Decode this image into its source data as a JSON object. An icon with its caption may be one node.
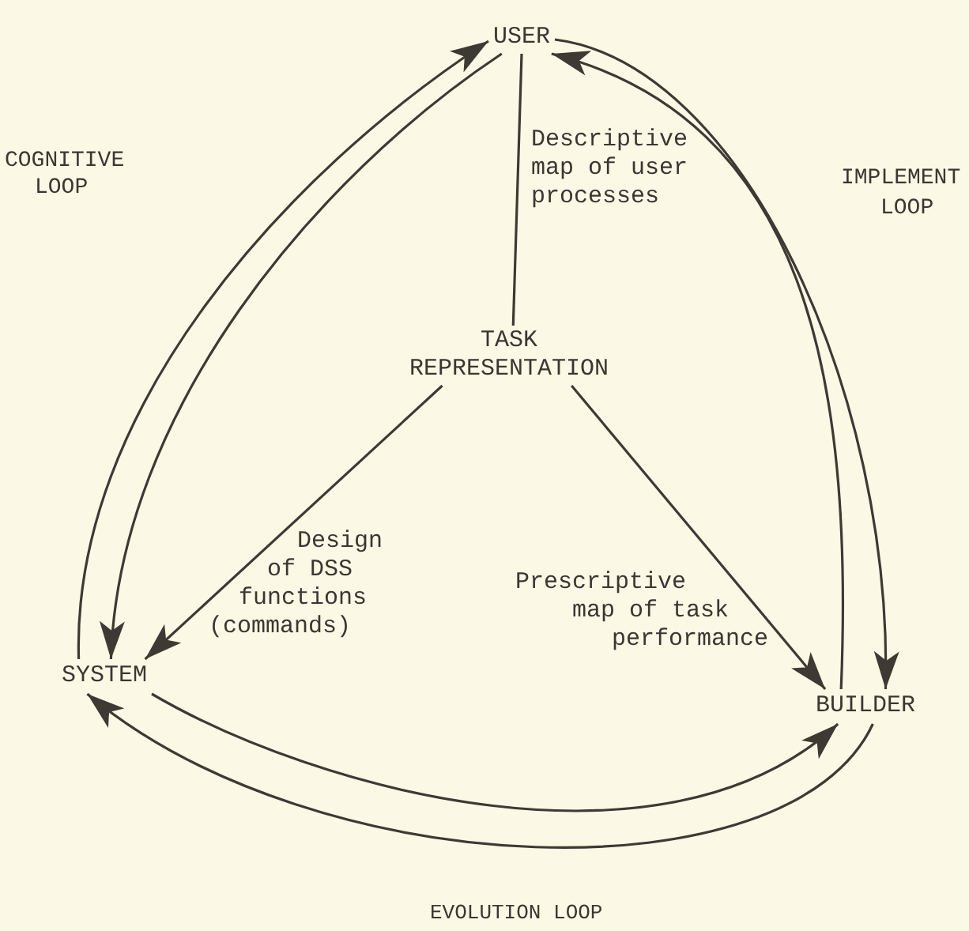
{
  "diagram": {
    "nodes": [
      {
        "text": [
          "USER"
        ]
      },
      {
        "text": [
          "TASK REPRESENTATION"
        ]
      },
      {
        "text": [
          "SYSTEM"
        ]
      },
      {
        "text": [
          "BUILDER"
        ]
      }
    ],
    "edges": [
      {
        "from": 0,
        "to": 1,
        "arrow": "none",
        "label": "Descriptive map of user processes"
      },
      {
        "from": 1,
        "to": 2,
        "arrow": "to",
        "label": "Design of DSS functions (commands)"
      },
      {
        "from": 1,
        "to": 3,
        "arrow": "to",
        "label": "Prescriptive map of task performance"
      },
      {
        "from": 2,
        "to": 0,
        "arrow": "to"
      },
      {
        "from": 0,
        "to": 2,
        "arrow": "to"
      },
      {
        "from": 3,
        "to": 0,
        "arrow": "to"
      },
      {
        "from": 0,
        "to": 3,
        "arrow": "to"
      },
      {
        "from": 2,
        "to": 3,
        "arrow": "to"
      },
      {
        "from": 3,
        "to": 2,
        "arrow": "to"
      }
    ],
    "labels": [
      "COGNITIVE LOOP",
      "IMPLEMENT LOOP",
      "EVOLUTION LOOP"
    ]
  }
}
